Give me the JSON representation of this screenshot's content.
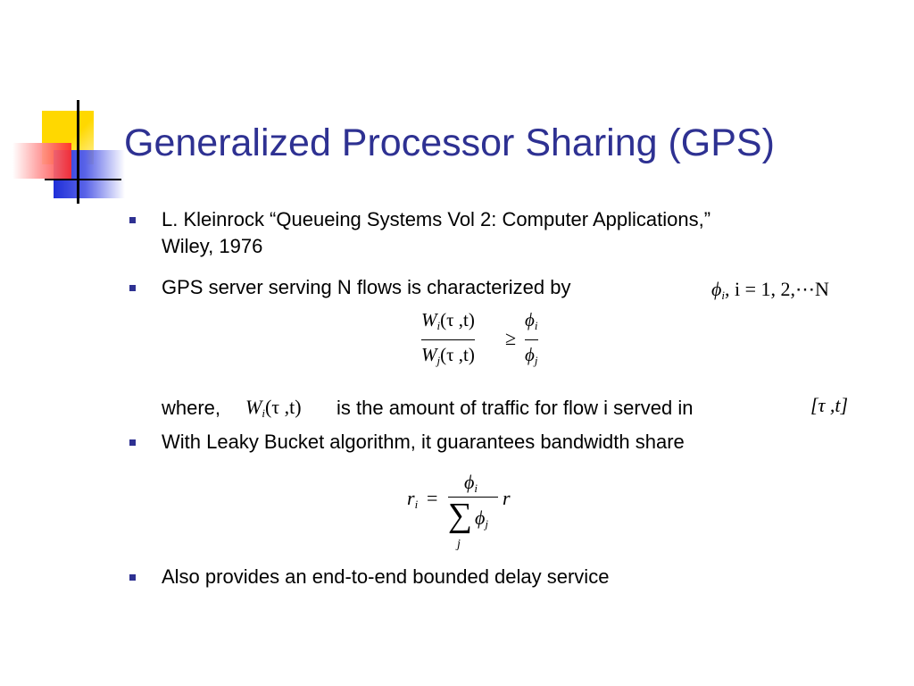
{
  "slide": {
    "title": "Generalized Processor Sharing (GPS)",
    "bullets": [
      {
        "line1": "L. Kleinrock “Queueing Systems Vol 2: Computer Applications,”",
        "line2": "Wiley, 1976"
      },
      {
        "text": "GPS server serving N flows is characterized by",
        "inline_math": {
          "phi": "ϕ",
          "sub": "i",
          "tail": ",   i = 1, 2,⋯N"
        },
        "inequality": {
          "num_W": "W",
          "num_sub": "i",
          "num_args": "(τ ,t)",
          "den_W": "W",
          "den_sub": "j",
          "den_args": "(τ ,t)",
          "op": "≥",
          "rhs_num": "ϕ",
          "rhs_num_sub": "i",
          "rhs_den": "ϕ",
          "rhs_den_sub": "j"
        },
        "where_prefix": "where,",
        "where_math": {
          "W": "W",
          "sub": "i",
          "args": "(τ ,t)"
        },
        "where_suffix": "is the amount of traffic for flow i served in",
        "interval": "[τ ,t]"
      },
      {
        "text": "With Leaky Bucket algorithm, it guarantees bandwidth share",
        "formula": {
          "lhs": "r",
          "lhs_sub": "i",
          "eq": "=",
          "num": "ϕ",
          "num_sub": "i",
          "sigma": "∑",
          "sigma_sub": "j",
          "den": "ϕ",
          "den_sub": "j",
          "rhs": "r"
        }
      },
      {
        "text": "Also provides an end-to-end bounded delay service"
      }
    ]
  }
}
